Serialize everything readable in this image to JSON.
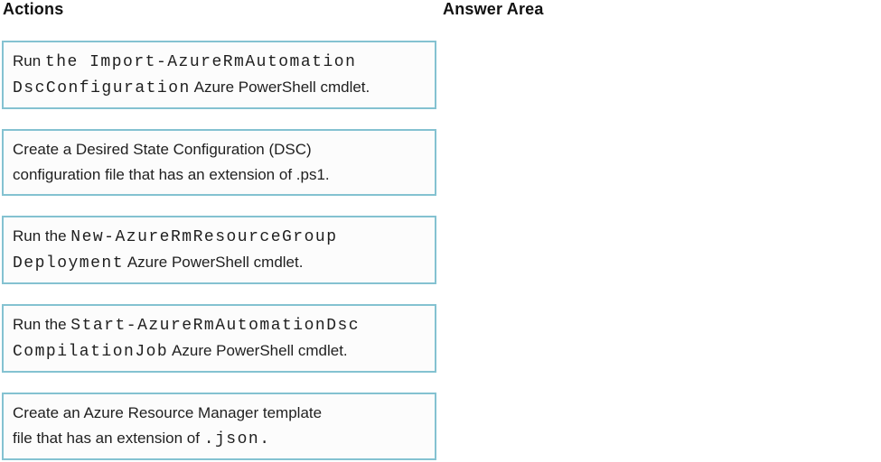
{
  "headers": {
    "actions": "Actions",
    "answer_area": "Answer Area"
  },
  "colors": {
    "box_border": "#84c2d1",
    "box_background": "#fcfcfc",
    "text": "#1f1f1f",
    "page_background": "#ffffff"
  },
  "actions": [
    {
      "id": "run-import-azurermautomationdscconfiguration",
      "lines": [
        [
          {
            "text": "Run ",
            "mono": false
          },
          {
            "text": "the Import-AzureRmAutomation",
            "mono": true
          }
        ],
        [
          {
            "text": "DscConfiguration",
            "mono": true
          },
          {
            "text": " Azure PowerShell cmdlet.",
            "mono": false
          }
        ]
      ]
    },
    {
      "id": "create-dsc-configuration-file",
      "lines": [
        [
          {
            "text": "Create a Desired State Configuration (DSC)",
            "mono": false
          }
        ],
        [
          {
            "text": "configuration file that has an extension of .ps1.",
            "mono": false
          }
        ]
      ]
    },
    {
      "id": "run-new-azurermresourcegroupdeployment",
      "lines": [
        [
          {
            "text": "Run the ",
            "mono": false
          },
          {
            "text": "New-AzureRmResourceGroup",
            "mono": true
          }
        ],
        [
          {
            "text": "Deployment",
            "mono": true
          },
          {
            "text": " Azure PowerShell cmdlet.",
            "mono": false
          }
        ]
      ]
    },
    {
      "id": "run-start-azurermautomationdsccompilationjob",
      "lines": [
        [
          {
            "text": "Run the ",
            "mono": false
          },
          {
            "text": "Start-AzureRmAutomationDsc",
            "mono": true
          }
        ],
        [
          {
            "text": "CompilationJob",
            "mono": true
          },
          {
            "text": " Azure PowerShell cmdlet.",
            "mono": false
          }
        ]
      ]
    },
    {
      "id": "create-arm-template-file",
      "lines": [
        [
          {
            "text": "Create an Azure Resource Manager template",
            "mono": false
          }
        ],
        [
          {
            "text": "file that has an extension of ",
            "mono": false
          },
          {
            "text": ".json.",
            "mono": true
          }
        ]
      ]
    }
  ]
}
